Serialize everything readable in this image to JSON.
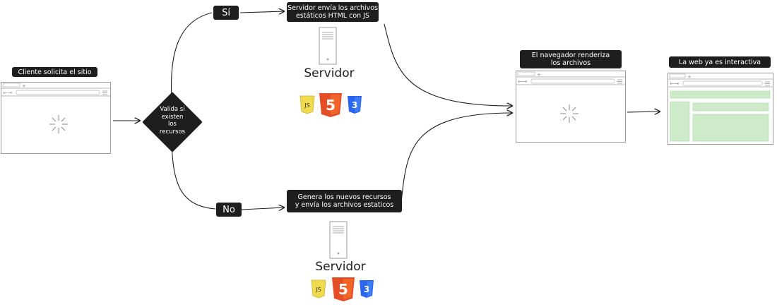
{
  "client": {
    "label": "Cliente solicita el sitio"
  },
  "decision": {
    "lines": [
      "Valida si",
      "existen",
      "los",
      "recursos"
    ]
  },
  "branches": {
    "yes": "Sí",
    "no": "No"
  },
  "top_path": {
    "action_lines": [
      "Servidor envía los archivos",
      "estáticos HTML con JS"
    ],
    "server_label": "Servidor",
    "icons": [
      "js-icon",
      "html5-icon",
      "css3-icon"
    ]
  },
  "bottom_path": {
    "action_lines": [
      "Genera los nuevos recursos",
      "y envía los archivos estaticos"
    ],
    "server_label": "Servidor",
    "icons": [
      "js-icon",
      "html5-icon",
      "css3-icon"
    ]
  },
  "browser_render": {
    "label_lines": [
      "El navegador renderiza",
      "los archivos"
    ]
  },
  "interactive": {
    "label": "La web ya es interactiva"
  },
  "colors": {
    "label_bg": "#1e1e1e",
    "html": "#e44d26",
    "js": "#f0db4f",
    "css": "#2965f1",
    "green_fill": "#cdebc9"
  }
}
